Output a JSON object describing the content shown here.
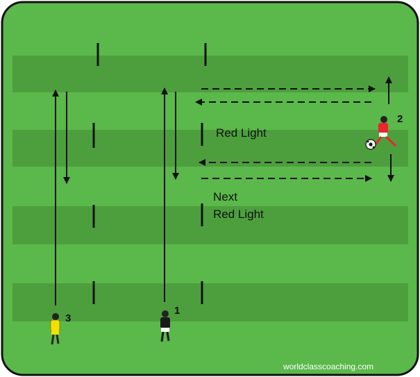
{
  "labels": {
    "red_light": "Red Light",
    "next_red_light_line1": "Next",
    "next_red_light_line2": "Red Light"
  },
  "players": [
    {
      "number": "1",
      "color": "#1a1a1a"
    },
    {
      "number": "2",
      "color": "#e8262b"
    },
    {
      "number": "3",
      "color": "#f3e000"
    }
  ],
  "watermark": "worldclasscoaching.com",
  "colors": {
    "pitch": "#5bb84a",
    "stripe": "#4d9f3e",
    "border": "#111111",
    "lines": "#111111"
  }
}
